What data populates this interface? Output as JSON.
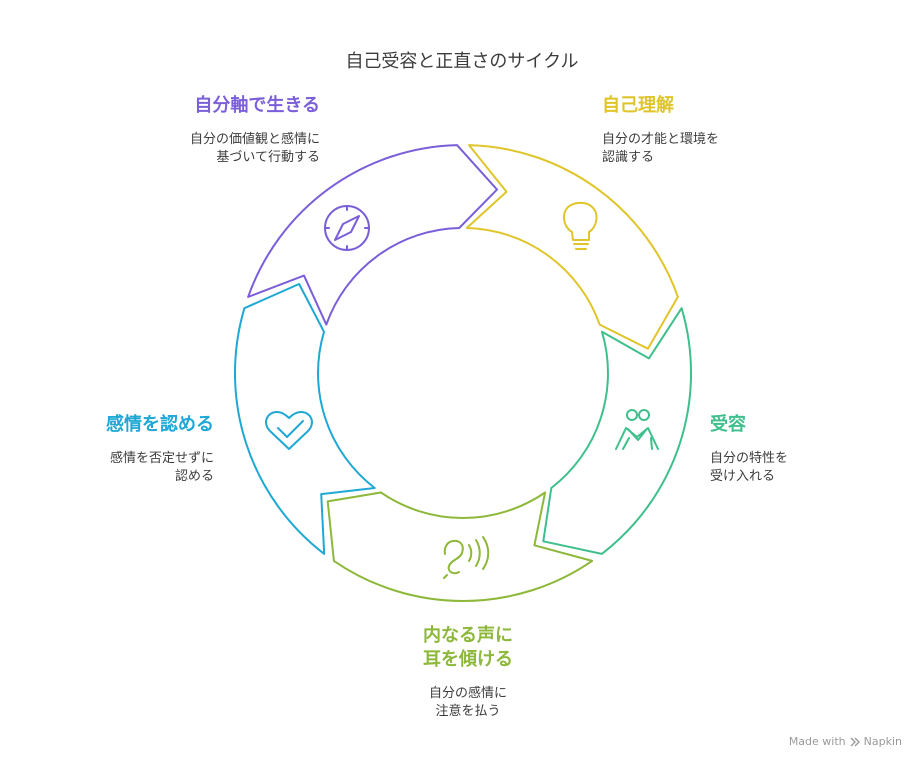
{
  "title": "自己受容と正直さのサイクル",
  "steps": [
    {
      "id": "self-understanding",
      "heading": "自己理解",
      "desc_line1": "自分の才能と環境を",
      "desc_line2": "認識する",
      "color": "#E0C52A",
      "icon": "lightbulb-icon"
    },
    {
      "id": "acceptance",
      "heading": "受容",
      "desc_line1": "自分の特性を",
      "desc_line2": "受け入れる",
      "color": "#3FBF8C",
      "icon": "hug-icon"
    },
    {
      "id": "inner-voice",
      "heading_line1": "内なる声に",
      "heading_line2": "耳を傾ける",
      "desc_line1": "自分の感情に",
      "desc_line2": "注意を払う",
      "color": "#8DB83A",
      "icon": "ear-icon"
    },
    {
      "id": "acknowledge-feelings",
      "heading": "感情を認める",
      "desc_line1": "感情を否定せずに",
      "desc_line2": "認める",
      "color": "#1FA8D4",
      "icon": "heart-check-icon"
    },
    {
      "id": "self-axis",
      "heading": "自分軸で生きる",
      "desc_line1": "自分の価値観と感情に",
      "desc_line2": "基づいて行動する",
      "color": "#7B5FD9",
      "icon": "compass-icon"
    }
  ],
  "credit": {
    "text": "Made with",
    "brand": "Napkin"
  }
}
